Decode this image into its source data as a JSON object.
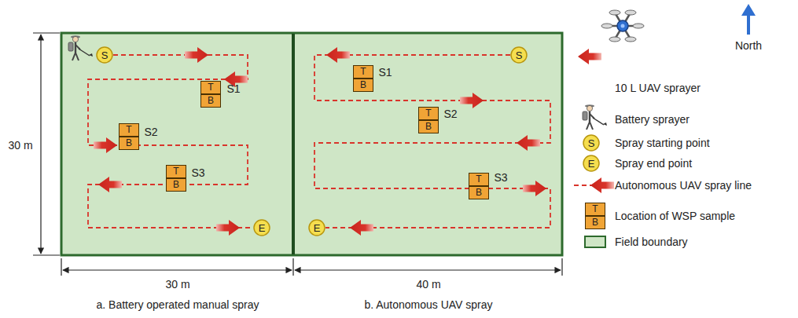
{
  "diagram": {
    "nodes": [
      {
        "text": [
          "S"
        ]
      },
      {
        "text": [
          "T"
        ]
      },
      {
        "text": [
          "B"
        ]
      },
      {
        "text": [
          "T"
        ]
      },
      {
        "text": [
          "B"
        ]
      },
      {
        "text": [
          "T"
        ]
      },
      {
        "text": [
          "B"
        ]
      },
      {
        "text": [
          "E"
        ]
      },
      {
        "text": [
          "S"
        ]
      },
      {
        "text": [
          "T"
        ]
      },
      {
        "text": [
          "B"
        ]
      },
      {
        "text": [
          "T"
        ]
      },
      {
        "text": [
          "B"
        ]
      },
      {
        "text": [
          "T"
        ]
      },
      {
        "text": [
          "B"
        ]
      },
      {
        "text": [
          "E"
        ]
      },
      {
        "text": [
          "S"
        ]
      },
      {
        "text": [
          "E"
        ]
      },
      {
        "text": [
          "T"
        ]
      },
      {
        "text": [
          "B"
        ]
      }
    ],
    "edges": [
      {
        "from": 0,
        "to": 7,
        "arrow": "none"
      },
      {
        "from": 8,
        "to": 15,
        "arrow": "none"
      }
    ],
    "labels": [
      "30 m",
      "30 m",
      "40 m",
      "a. Battery operated manual spray",
      "b. Autonomous UAV spray",
      "S1",
      "S2",
      "S3",
      "S1",
      "S2",
      "S3",
      "North"
    ],
    "legend": [
      {
        "text": "10 L UAV sprayer"
      },
      {
        "text": "Battery sprayer"
      },
      {
        "text": "Spray starting point"
      },
      {
        "text": "Spray end point"
      },
      {
        "text": "Autonomous UAV spray line"
      },
      {
        "text": "Location of WSP sample"
      },
      {
        "text": "Field boundary",
        "color": "#cfe6c6"
      }
    ]
  }
}
